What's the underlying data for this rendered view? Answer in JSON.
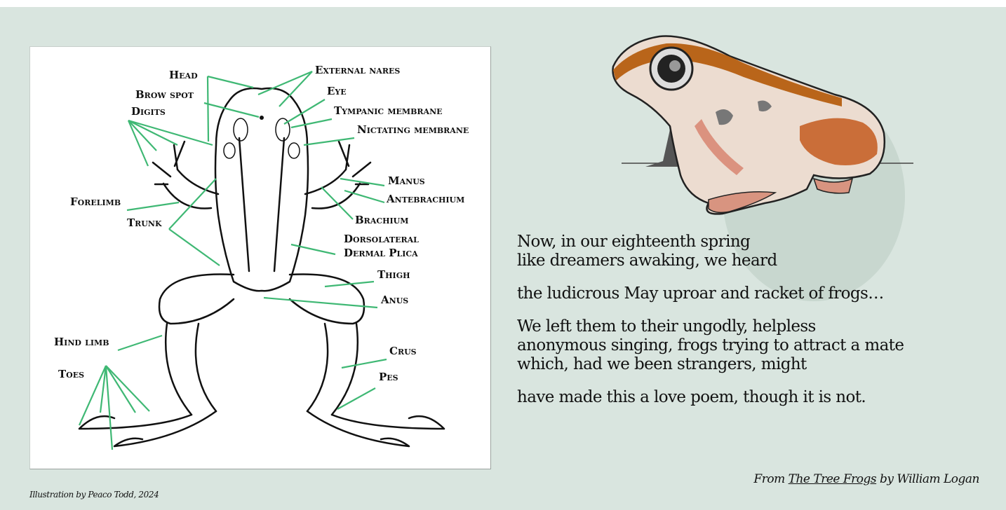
{
  "diagram": {
    "labels": {
      "head": "Head",
      "brow_spot": "Brow spot",
      "digits": "Digits",
      "external_nares": "External nares",
      "eye": "Eye",
      "tympanic_membrane": "Tympanic membrane",
      "nictating_membrane": "Nictating membrane",
      "manus": "Manus",
      "antebrachium": "Antebrachium",
      "forelimb": "Forelimb",
      "trunk": "Trunk",
      "brachium": "Brachium",
      "dorsolateral_1": "Dorsolateral",
      "dorsolateral_2": "Dermal Plica",
      "thigh": "Thigh",
      "anus": "Anus",
      "hind_limb": "Hind limb",
      "toes": "Toes",
      "crus": "Crus",
      "pes": "Pes"
    },
    "credit": "Illustration by Peaco Todd, 2024",
    "colors": {
      "arrow": "#3fb874",
      "outline": "#111111",
      "background": "#d9e5df"
    }
  },
  "poem": {
    "stanzas": [
      [
        "Now, in our eighteenth spring",
        "like dreamers awaking, we heard"
      ],
      [
        "the ludicrous May uproar and racket of frogs…"
      ],
      [
        "We left them to their ungodly, helpless",
        "anonymous singing, frogs trying to attract a mate",
        "which, had we been strangers, might"
      ],
      [
        "have made this a love poem, though it is not."
      ]
    ]
  },
  "attribution": {
    "prefix": "From ",
    "title": "The Tree Frogs",
    "suffix": " by William  Logan"
  }
}
